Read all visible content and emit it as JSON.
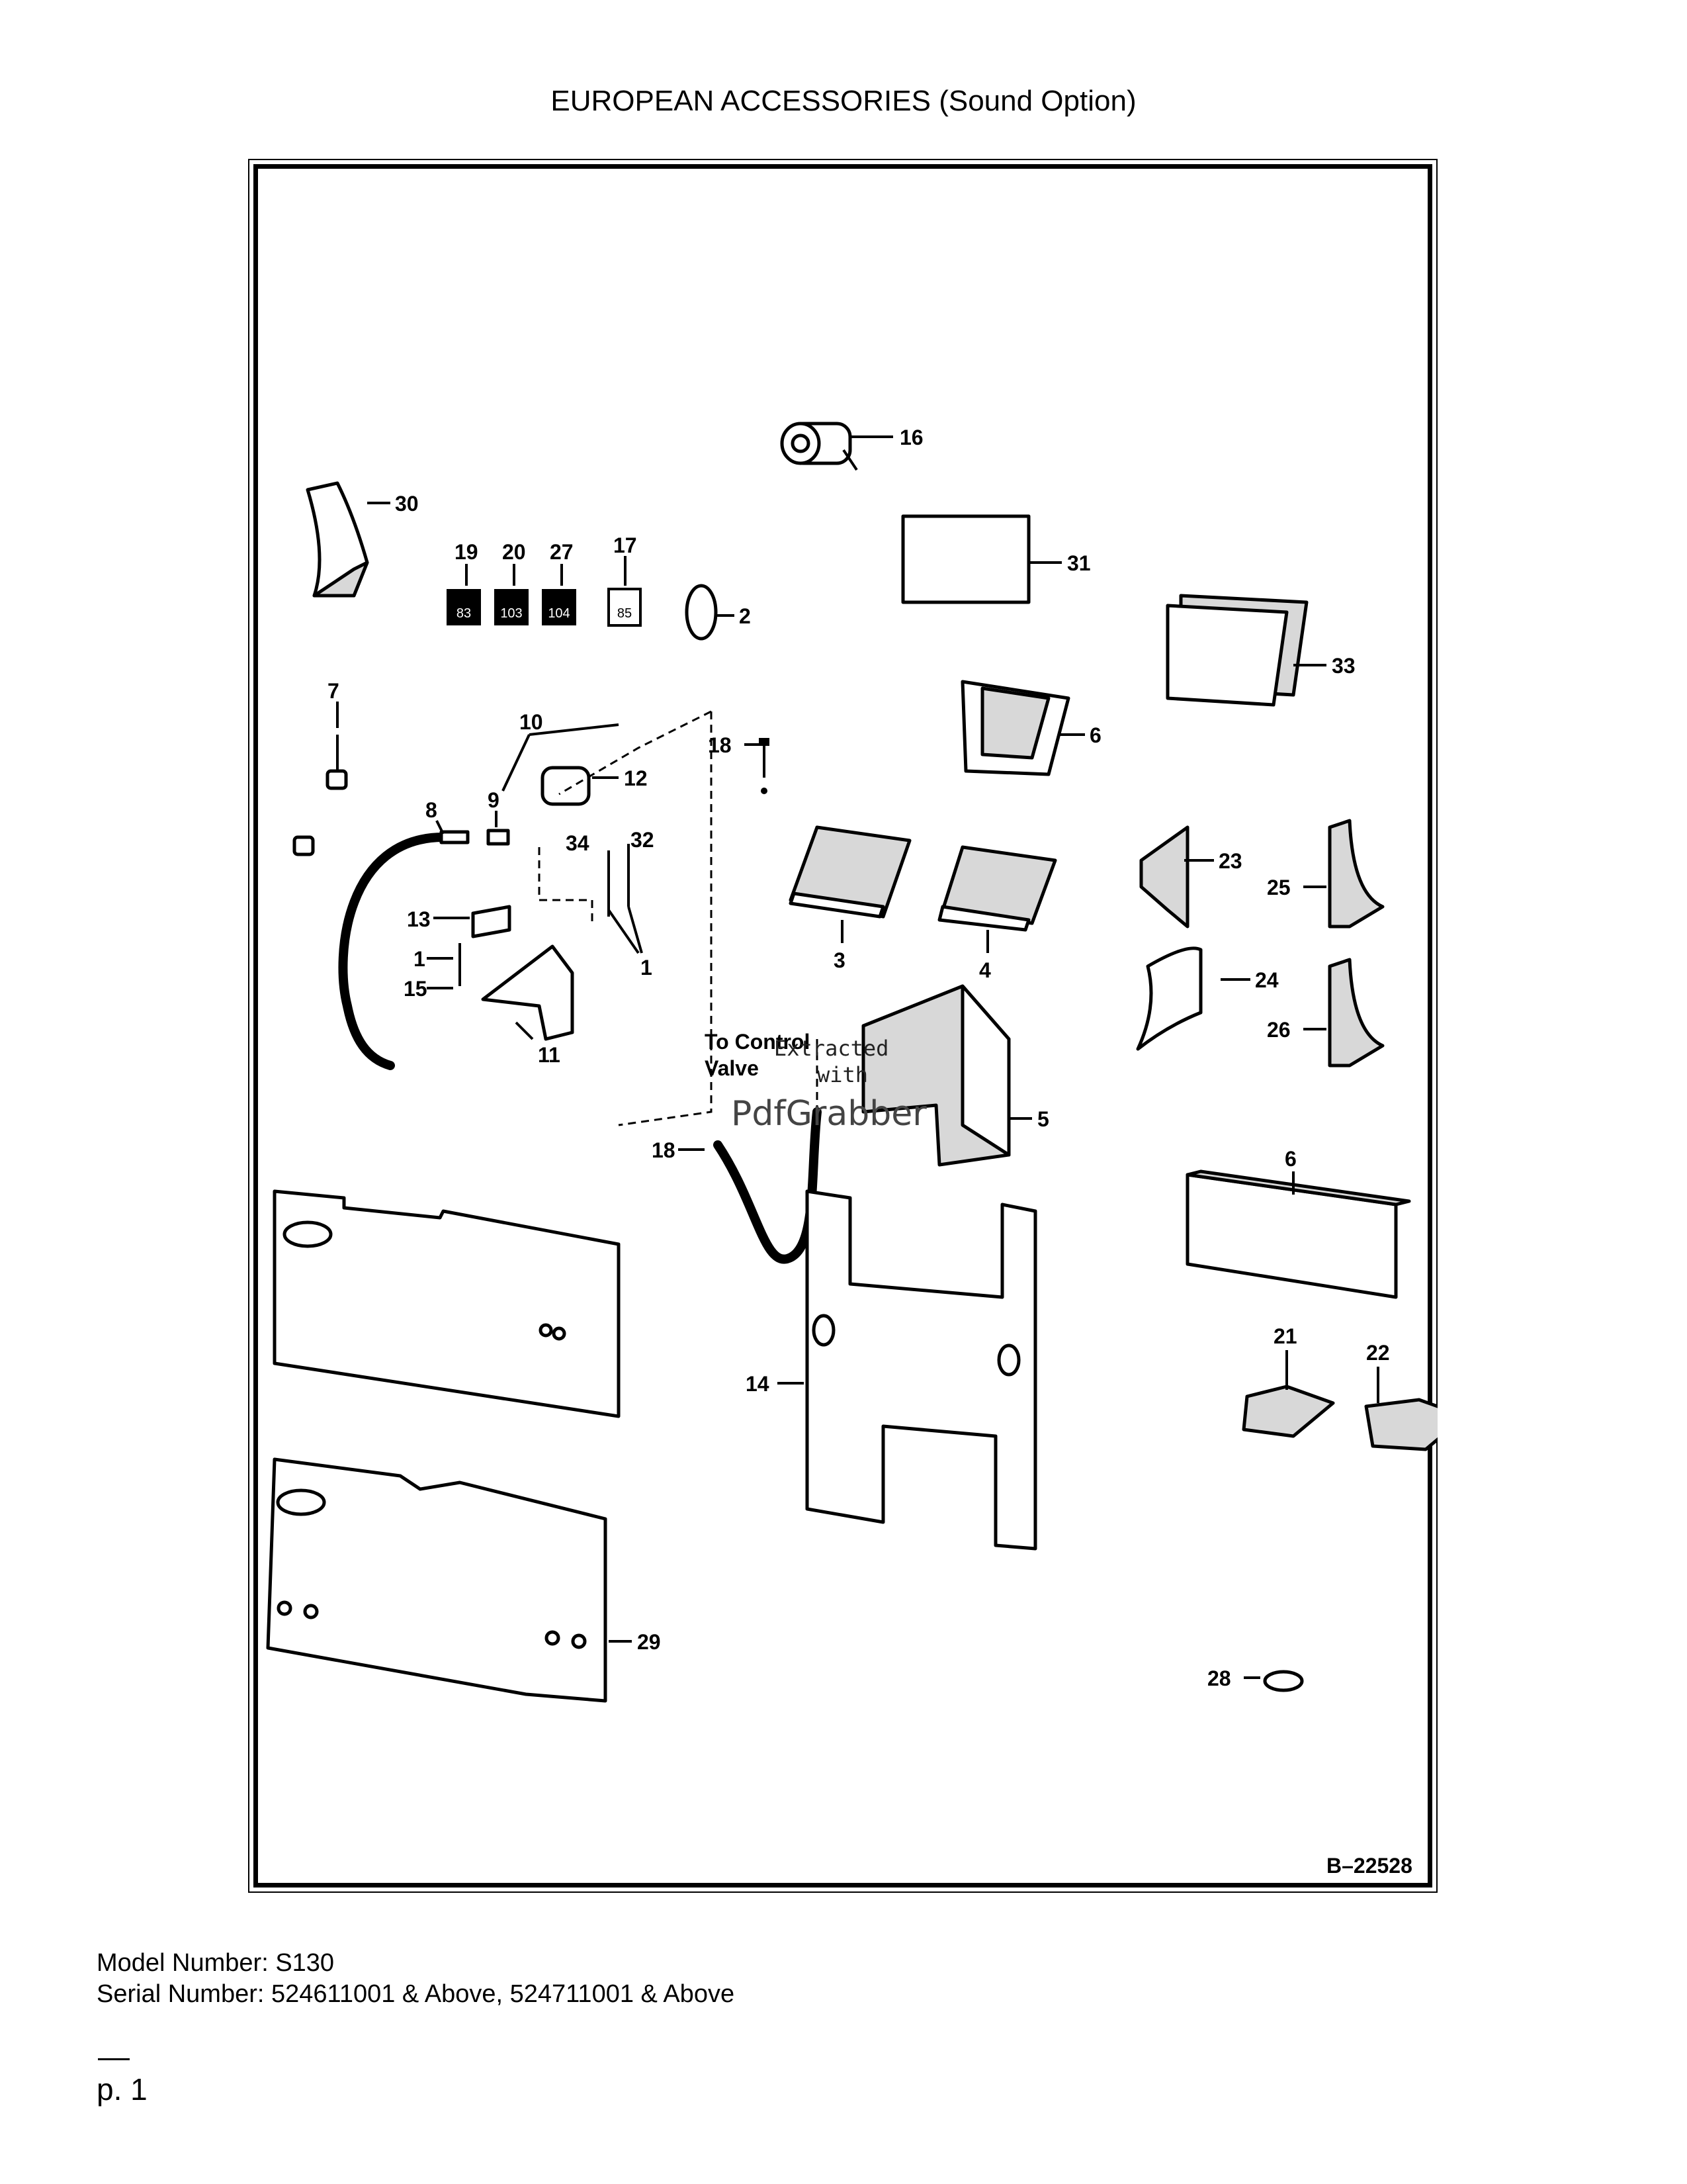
{
  "title": "EUROPEAN ACCESSORIES (Sound Option)",
  "drawing_id": "B–22528",
  "note_label": "To Control Valve",
  "note_line1": "To Control",
  "note_line2": "Valve",
  "watermark_line1": "Extracted",
  "watermark_line2": "with",
  "watermark_logo": "PdfGrabber",
  "decals": [
    "83",
    "103",
    "104",
    "85"
  ],
  "callouts": {
    "c1a": "1",
    "c1b": "1",
    "c2": "2",
    "c3": "3",
    "c4": "4",
    "c5": "5",
    "c6a": "6",
    "c6b": "6",
    "c7": "7",
    "c8": "8",
    "c9": "9",
    "c10": "10",
    "c11": "11",
    "c12": "12",
    "c13": "13",
    "c14": "14",
    "c15": "15",
    "c16": "16",
    "c17": "17",
    "c18a": "18",
    "c18b": "18",
    "c19": "19",
    "c20": "20",
    "c21": "21",
    "c22": "22",
    "c23": "23",
    "c24": "24",
    "c25": "25",
    "c26": "26",
    "c27": "27",
    "c28": "28",
    "c29": "29",
    "c30": "30",
    "c31": "31",
    "c32": "32",
    "c33": "33",
    "c34": "34"
  },
  "footer": {
    "model": "Model Number: S130",
    "serial": "Serial Number: 524611001 & Above, 524711001 & Above",
    "page": "p. 1"
  }
}
